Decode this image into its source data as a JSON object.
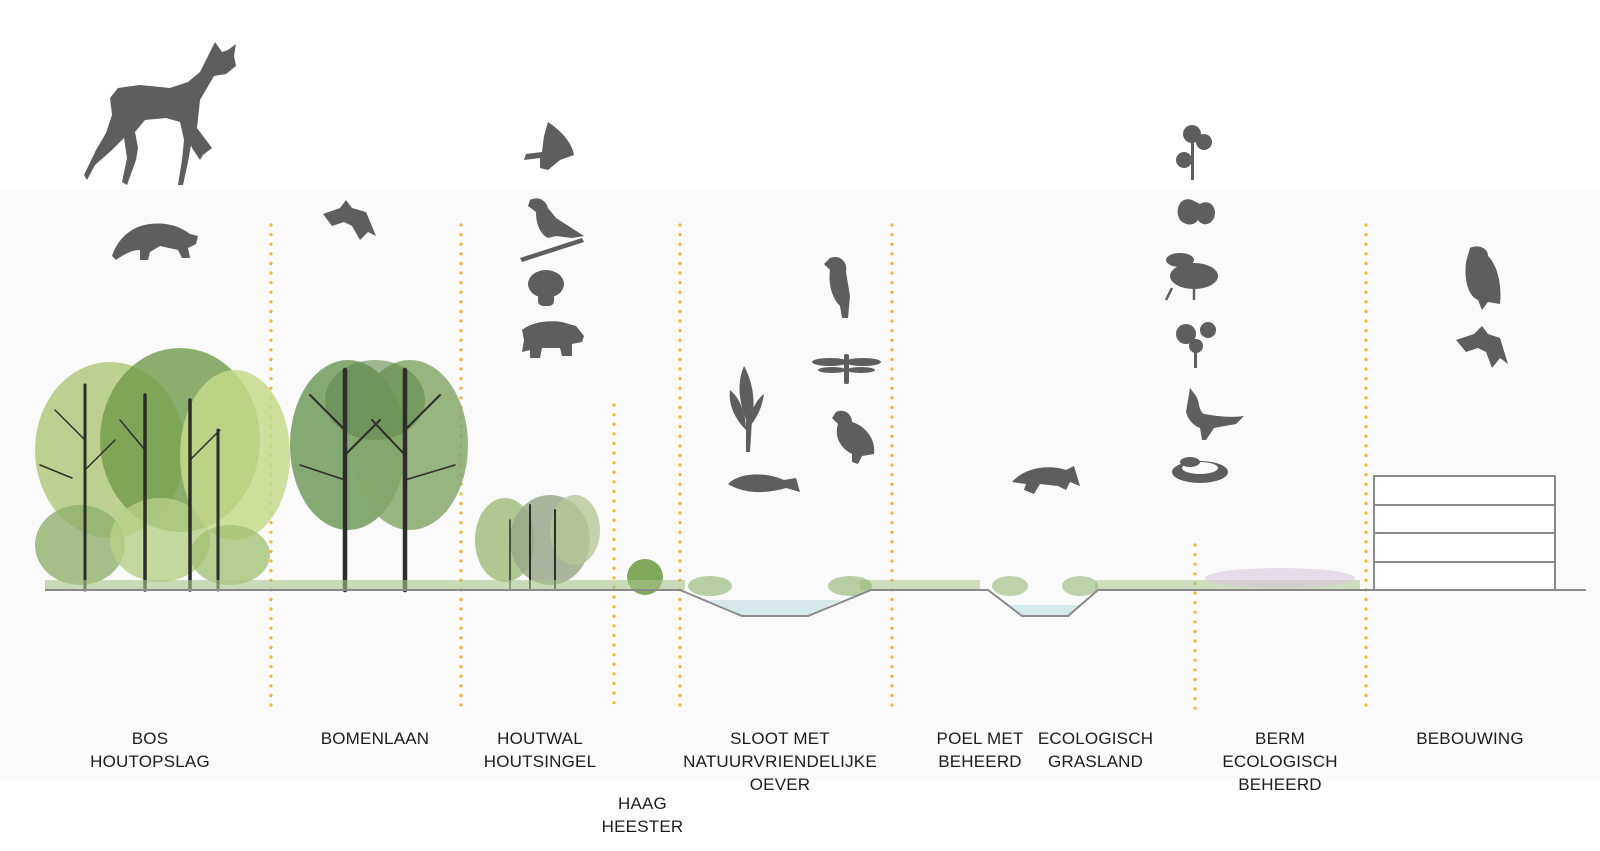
{
  "zones": [
    {
      "id": "bos",
      "label": "BOS\nHOUTOPSLAG"
    },
    {
      "id": "bomenlaan",
      "label": "BOMENLAAN"
    },
    {
      "id": "houtwal",
      "label": "HOUTWAL\nHOUTSINGEL"
    },
    {
      "id": "haag",
      "label": "HAAG\nHEESTER"
    },
    {
      "id": "sloot",
      "label": "SLOOT MET\nNATUURVRIENDELIJKE\nOEVER"
    },
    {
      "id": "poel",
      "label": "POEL MET\nBEHEERD"
    },
    {
      "id": "grasland",
      "label": "ECOLOGISCH\nGRASLAND"
    },
    {
      "id": "berm",
      "label": "BERM\nECOLOGISCH\nBEHEERD"
    },
    {
      "id": "bebouwing",
      "label": "BEBOUWING"
    }
  ],
  "colors": {
    "divider": "#f1b53c",
    "silhouette": "#5e5e5e",
    "ground": "#8a8a8a",
    "water": "#d5e9ec",
    "panel": "#fafafa"
  },
  "species": {
    "bos": [
      "deer-icon",
      "marten-icon"
    ],
    "bomenlaan": [
      "bat-icon"
    ],
    "houtwal": [
      "butterfly-icon",
      "songbird-icon",
      "mushroom-icon",
      "badger-icon"
    ],
    "sloot": [
      "water-plant-icon",
      "fish-icon",
      "bird-icon",
      "dragonfly-icon",
      "partridge-icon"
    ],
    "poel": [
      "newt-icon"
    ],
    "grasland": [
      "clover-icon",
      "moth-icon",
      "bee-icon",
      "wildflower-icon",
      "lapwing-icon",
      "snake-icon"
    ],
    "bebouwing": [
      "owl-icon",
      "bat-icon"
    ]
  }
}
